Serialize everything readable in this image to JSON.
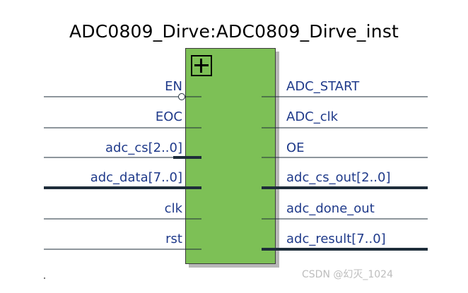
{
  "title": "ADC0809_Dirve:ADC0809_Dirve_inst",
  "expand_icon": "plus-box-icon",
  "colors": {
    "block_fill": "#7dc056",
    "label": "#1f3a8a",
    "wire": "#1e2d3a"
  },
  "inputs": [
    {
      "label": "EN",
      "bus": false,
      "inverted": true
    },
    {
      "label": "EOC",
      "bus": false
    },
    {
      "label": "adc_cs[2..0]",
      "bus": true
    },
    {
      "label": "adc_data[7..0]",
      "bus": true
    },
    {
      "label": "clk",
      "bus": false
    },
    {
      "label": "rst",
      "bus": false
    }
  ],
  "outputs": [
    {
      "label": "ADC_START",
      "bus": false
    },
    {
      "label": "ADC_clk",
      "bus": false
    },
    {
      "label": "OE",
      "bus": false
    },
    {
      "label": "adc_cs_out[2..0]",
      "bus": true
    },
    {
      "label": "adc_done_out",
      "bus": false
    },
    {
      "label": "adc_result[7..0]",
      "bus": true
    }
  ],
  "watermark": "CSDN @幻灭_1024"
}
